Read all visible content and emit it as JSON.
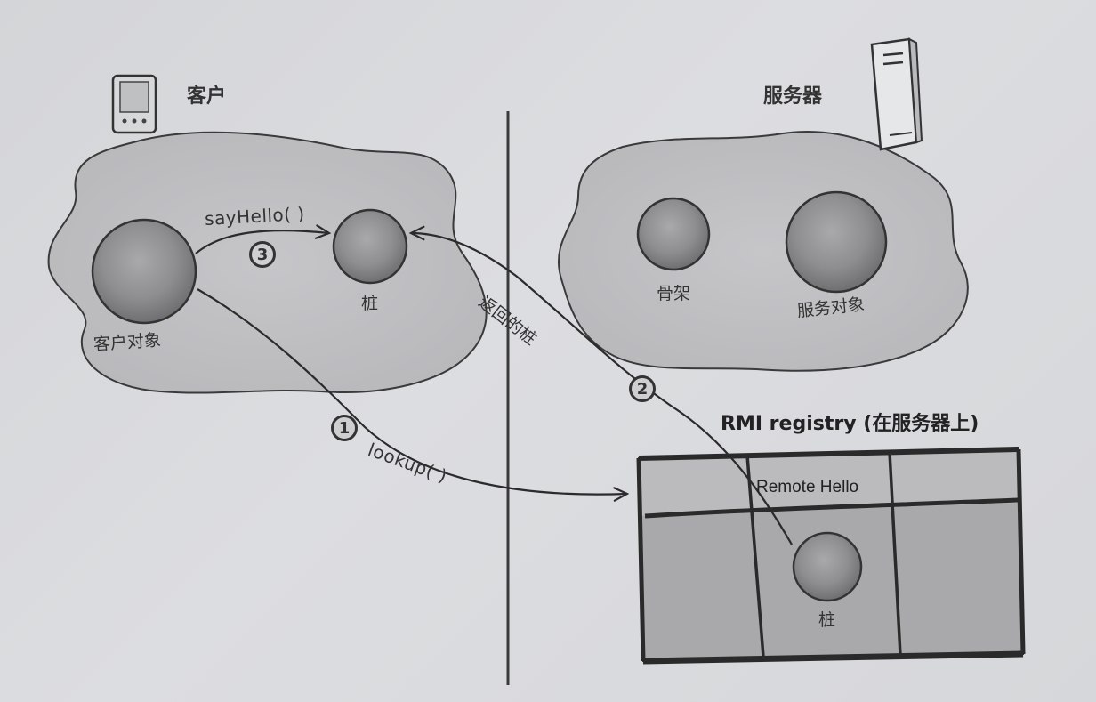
{
  "client": {
    "title": "客户",
    "object_label": "客户对象",
    "stub_label": "桩"
  },
  "server": {
    "title": "服务器",
    "skeleton_label": "骨架",
    "service_object_label": "服务对象"
  },
  "registry": {
    "title": "RMI registry (在服务器上)",
    "entry_label": "Remote Hello",
    "stub_label": "桩"
  },
  "arrows": {
    "say_hello": "sayHello( )",
    "lookup": "lookup( )",
    "returned_stub": "返回的桩"
  },
  "steps": {
    "step1": "1",
    "step2": "2",
    "step3": "3"
  }
}
